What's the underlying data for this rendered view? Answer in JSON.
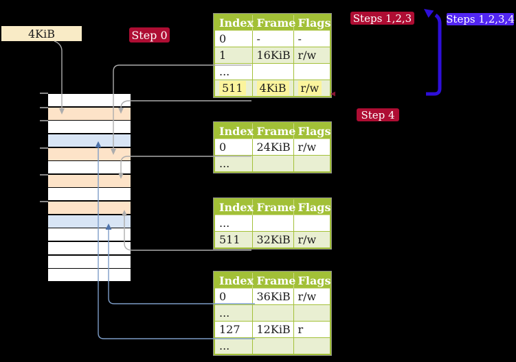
{
  "labels": {
    "frame_size": "4KiB",
    "step0": "Step 0",
    "steps123": "Steps 1,2,3",
    "steps1234": "Steps 1,2,3,4",
    "step4": "Step 4"
  },
  "tables": [
    {
      "name": "page-table-1",
      "headers": [
        "Index",
        "Frame",
        "Flags"
      ],
      "rows": [
        {
          "cells": [
            "0",
            "-",
            "-"
          ],
          "shaded": false,
          "highlight": false
        },
        {
          "cells": [
            "1",
            "16KiB",
            "r/w"
          ],
          "shaded": true,
          "highlight": false
        },
        {
          "cells": [
            "...",
            "",
            ""
          ],
          "shaded": false,
          "highlight": false
        },
        {
          "cells": [
            "511",
            "4KiB",
            "r/w"
          ],
          "shaded": true,
          "highlight": true
        }
      ]
    },
    {
      "name": "page-table-2",
      "headers": [
        "Index",
        "Frame",
        "Flags"
      ],
      "rows": [
        {
          "cells": [
            "0",
            "24KiB",
            "r/w"
          ],
          "shaded": false,
          "highlight": false
        },
        {
          "cells": [
            "...",
            "",
            ""
          ],
          "shaded": true,
          "highlight": false
        }
      ]
    },
    {
      "name": "page-table-3",
      "headers": [
        "Index",
        "Frame",
        "Flags"
      ],
      "rows": [
        {
          "cells": [
            "...",
            "",
            ""
          ],
          "shaded": false,
          "highlight": false
        },
        {
          "cells": [
            "511",
            "32KiB",
            "r/w"
          ],
          "shaded": true,
          "highlight": false
        }
      ]
    },
    {
      "name": "page-table-4",
      "headers": [
        "Index",
        "Frame",
        "Flags"
      ],
      "rows": [
        {
          "cells": [
            "0",
            "36KiB",
            "r/w"
          ],
          "shaded": false,
          "highlight": false
        },
        {
          "cells": [
            "...",
            "",
            ""
          ],
          "shaded": true,
          "highlight": false
        },
        {
          "cells": [
            "127",
            "12KiB",
            "r"
          ],
          "shaded": false,
          "highlight": false
        },
        {
          "cells": [
            "...",
            "",
            ""
          ],
          "shaded": true,
          "highlight": false
        }
      ]
    }
  ],
  "memory_stack": {
    "rows": [
      "white",
      "peach",
      "white",
      "blue",
      "peach",
      "white",
      "peach",
      "white",
      "peach",
      "blue",
      "white",
      "white",
      "white",
      "white"
    ]
  },
  "colors": {
    "background": "#000000",
    "table_header_green": "#a2c037",
    "table_row_green": "#e9efd2",
    "highlight_yellow": "#fbf49c",
    "frame_label_cream": "#f9ebc6",
    "step_label_red": "#ae0d33",
    "steps_label_blue": "#5226f2",
    "loop_arrow_blue": "#2e0fd9",
    "memory_row_peach": "#fde3c8",
    "memory_row_blue": "#d8e5f5",
    "pointer_gray": "#adadad",
    "pointer_steel_blue": "#7d9dc8"
  }
}
